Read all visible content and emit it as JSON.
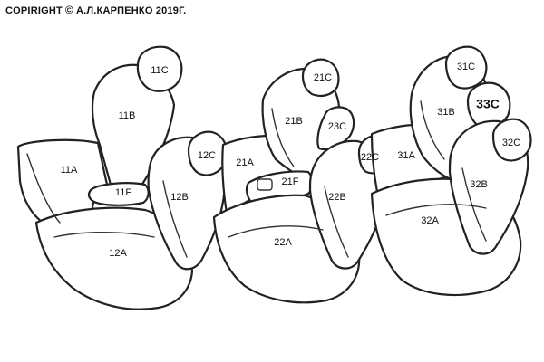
{
  "copyright": {
    "text_before": "COPIRIGHT",
    "symbol": "©",
    "text_after": "А.Л.КАРПЕНКО 2019Г."
  },
  "labels": {
    "l11C": "11C",
    "l11B": "11B",
    "l11A": "11A",
    "l11F": "11F",
    "l12C": "12C",
    "l12B": "12B",
    "l12A": "12A",
    "l21C": "21C",
    "l21B": "21B",
    "l21A": "21A",
    "l21F": "21F",
    "l22C": "22C",
    "l22B": "22B",
    "l22A": "22A",
    "l23C": "23C",
    "l31C": "31C",
    "l31B": "31B",
    "l31A": "31A",
    "l32C": "32C",
    "l32B": "32B",
    "l32A": "32A",
    "l33C": "33C"
  }
}
